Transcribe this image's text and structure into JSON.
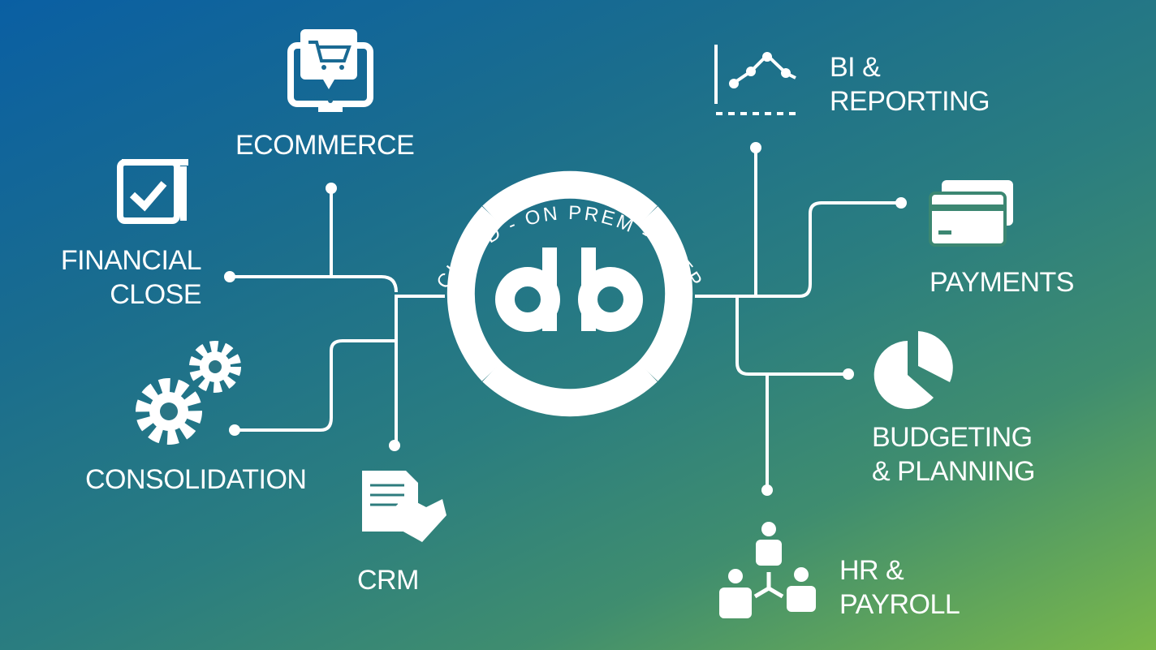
{
  "center": {
    "logo": "db",
    "arc_text": "CLOUD  -  ON PREM  -  SFTP"
  },
  "nodes": {
    "ecommerce": "ECOMMERCE",
    "financial_close": [
      "FINANCIAL",
      "CLOSE"
    ],
    "consolidation": "CONSOLIDATION",
    "crm": "CRM",
    "bi_reporting": [
      "BI &",
      "REPORTING"
    ],
    "payments": "PAYMENTS",
    "budgeting": [
      "BUDGETING",
      "& PLANNING"
    ],
    "hr_payroll": [
      "HR &",
      "PAYROLL"
    ]
  },
  "colors": {
    "line": "#ffffff",
    "bg_start": "#0a5fa3",
    "bg_end": "#7bb84a"
  }
}
